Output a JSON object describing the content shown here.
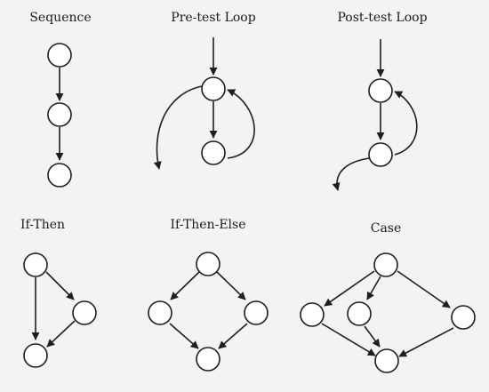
{
  "diagrams": [
    {
      "key": "sequence",
      "title": "Sequence"
    },
    {
      "key": "pretest",
      "title": "Pre-test Loop"
    },
    {
      "key": "posttest",
      "title": "Post-test Loop"
    },
    {
      "key": "ifthen",
      "title": "If-Then"
    },
    {
      "key": "ifthenelse",
      "title": "If-Then-Else"
    },
    {
      "key": "case",
      "title": "Case"
    }
  ],
  "colors": {
    "ink": "#1e1e1e",
    "node_fill": "#ffffff",
    "background": "#f3f3f1"
  }
}
